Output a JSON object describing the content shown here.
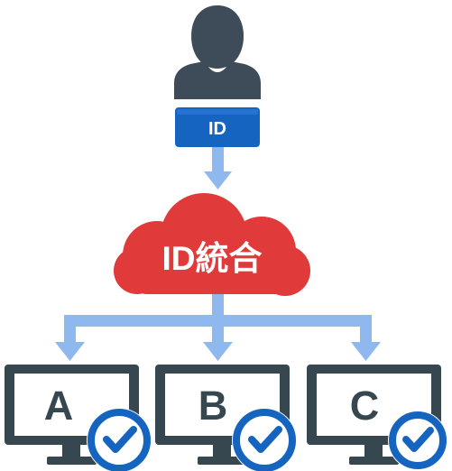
{
  "user": {
    "badge_label": "ID"
  },
  "hub": {
    "label": "ID統合"
  },
  "systems": [
    {
      "label": "A",
      "status_icon": "check-circle-icon"
    },
    {
      "label": "B",
      "status_icon": "check-circle-icon"
    },
    {
      "label": "C",
      "status_icon": "check-circle-icon"
    }
  ],
  "colors": {
    "person": "#3e4c5a",
    "badge": "#1565c0",
    "cloud": "#e03a3a",
    "arrow": "#8fb8ee",
    "monitor": "#37474f",
    "check": "#1565c0"
  }
}
